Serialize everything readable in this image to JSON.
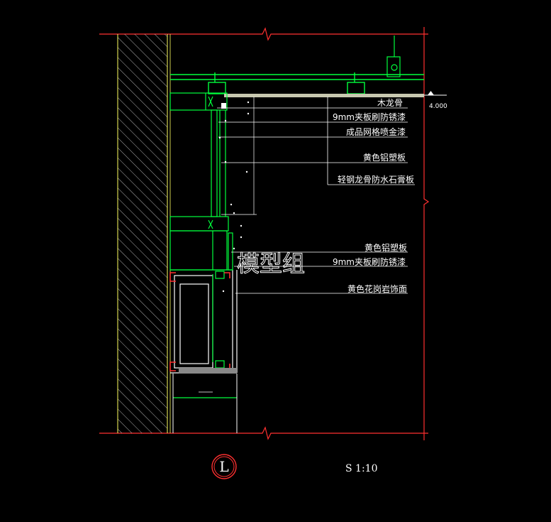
{
  "labels": {
    "wood_keel": "木龙骨",
    "plywood_top": "9mm夹板刷防锈漆",
    "grille_paint": "成品网格喷金漆",
    "yellow_alu_top": "黄色铝塑板",
    "gypsum_board": "轻钢龙骨防水石膏板",
    "yellow_alu_bottom": "黄色铝塑板",
    "plywood_bottom": "9mm夹板刷防锈漆",
    "granite": "黄色花岗岩饰面"
  },
  "elevation": "4.000",
  "watermark": "模型组",
  "scale_text": "S 1:10",
  "section_mark": "L",
  "colors": {
    "background": "#000000",
    "outline_red": "#ff3030",
    "structure_green": "#00ff3c",
    "wall_hatch": "#ffffff",
    "wall_edge": "#ffff60",
    "leader_white": "#ffffff"
  }
}
